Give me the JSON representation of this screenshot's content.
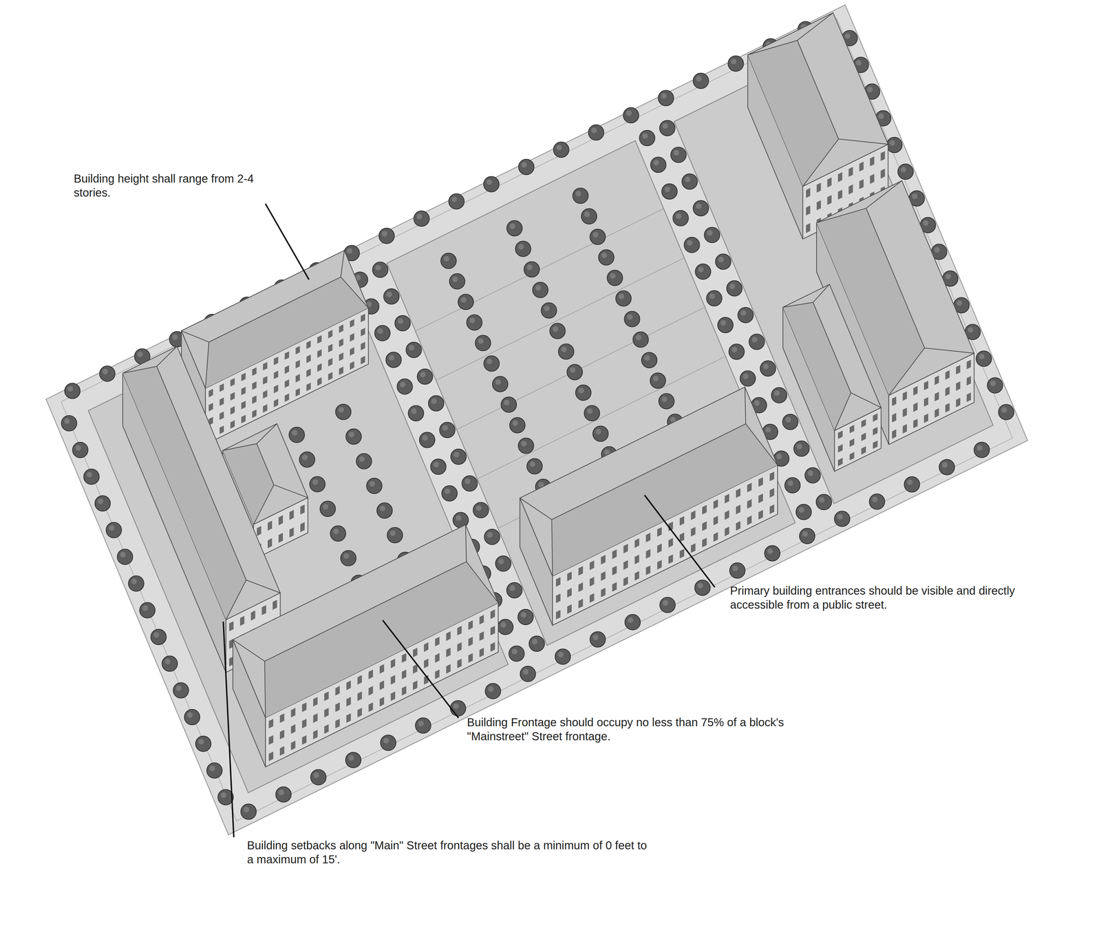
{
  "diagram": {
    "labels": [
      "Building height shall range from 2-4 stories.",
      "Primary building entrances should be visible and directly accessible from a public street.",
      "Building Frontage should occupy no less than 75% of a block's \"Mainstreet\" Street frontage.",
      "Building setbacks along \"Main\" Street frontages shall be a minimum of 0 feet to a maximum of 15'."
    ]
  }
}
